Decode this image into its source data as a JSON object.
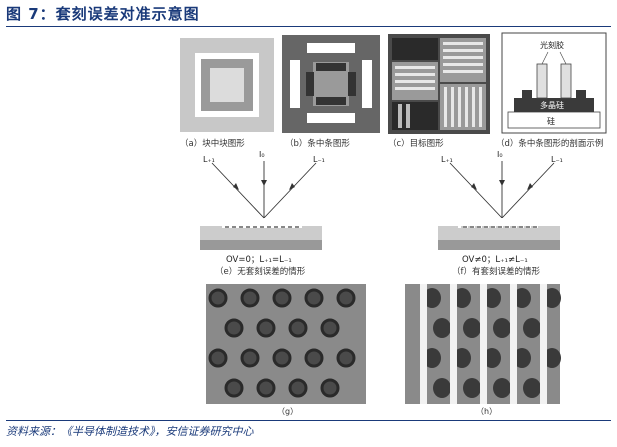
{
  "header": {
    "title": "图 7：套刻误差对准示意图"
  },
  "figure": {
    "panel_a_caption": "（a）块中块图形",
    "panel_b_caption": "（b）条中条图形",
    "panel_c_caption": "（c）目标图形",
    "panel_d_caption": "（d）条中条图形的剖面示例",
    "panel_d_labels": {
      "photoresist": "光刻胶",
      "polysilicon": "多晶硅",
      "silicon": "硅"
    },
    "beam_labels": {
      "left": "L₊₁",
      "center": "I₀",
      "right": "L₋₁"
    },
    "panel_e_formula": "OV=0；L₊₁=L₋₁",
    "panel_e_caption": "（e）无套刻误差的情形",
    "panel_f_formula": "OV≠0；L₊₁≠L₋₁",
    "panel_f_caption": "（f）有套刻误差的情形",
    "panel_g_caption": "（g）",
    "panel_h_caption": "（h）"
  },
  "footer": {
    "source": "资料来源：《半导体制造技术》，安信证券研究中心"
  },
  "colors": {
    "accent": "#1a3a7a",
    "gray_dark": "#555555",
    "gray_mid": "#999999",
    "gray_light": "#cccccc"
  }
}
